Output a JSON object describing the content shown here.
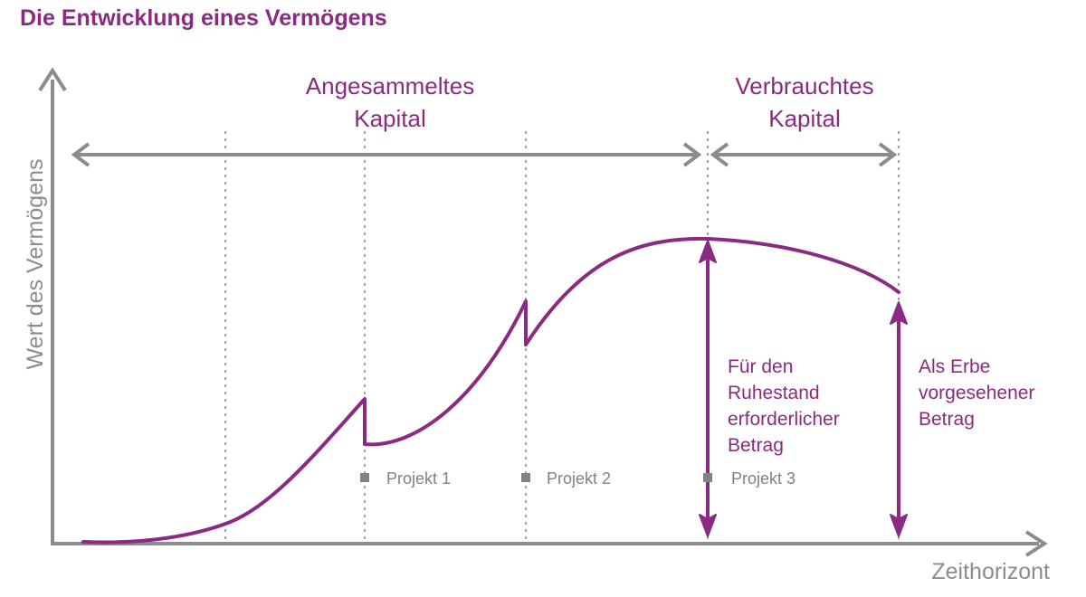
{
  "title": "Die Entwicklung eines Vermögens",
  "axes": {
    "y_label": "Wert des Vermögens",
    "x_label": "Zeithorizont"
  },
  "phases": {
    "accumulated": {
      "line1": "Angesammeltes",
      "line2": "Kapital"
    },
    "consumed": {
      "line1": "Verbrauchtes",
      "line2": "Kapital"
    }
  },
  "annotations": {
    "retirement": [
      "Für den",
      "Ruhestand",
      "erforderlicher",
      "Betrag"
    ],
    "inheritance": [
      "Als Erbe",
      "vorgesehener",
      "Betrag"
    ]
  },
  "projects": [
    {
      "label": "Projekt 1"
    },
    {
      "label": "Projekt 2"
    },
    {
      "label": "Projekt 3"
    }
  ],
  "colors": {
    "accent": "#8a2a82",
    "gray": "#8a8c8e",
    "marker": "#808285"
  }
}
